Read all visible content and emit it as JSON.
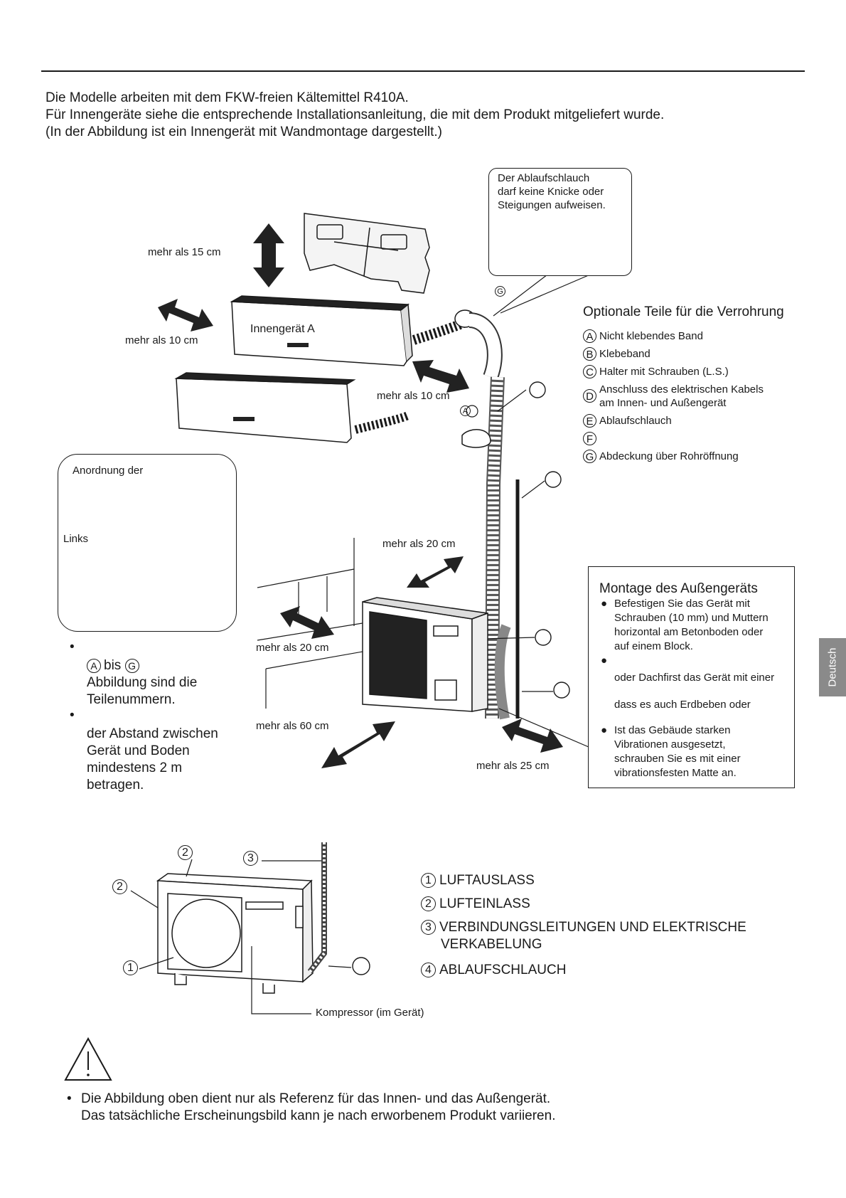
{
  "intro": [
    "Die Modelle arbeiten mit dem FKW-freien Kältemittel R410A.",
    "Für Innengeräte siehe die entsprechende Installationsanleitung, die mit dem Produkt mitgeliefert wurde.",
    "(In der Abbildung ist ein Innengerät mit Wandmontage dargestellt.)"
  ],
  "drain_box": {
    "lines": [
      "Der Ablaufschlauch",
      "darf keine Knicke oder",
      "Steigungen aufweisen."
    ],
    "marker": "G"
  },
  "clearances": {
    "top": "mehr als 15 cm",
    "side_left": "mehr als 10 cm",
    "side_right": "mehr als 10 cm",
    "outdoor_rear": "mehr als 20 cm",
    "outdoor_left": "mehr als 20 cm",
    "outdoor_front": "mehr als 60 cm",
    "outdoor_right": "mehr als 25 cm"
  },
  "indoor_label": "Innengerät A",
  "hose_marker": "A",
  "optional_parts": {
    "title": "Optionale Teile für die Verrohrung",
    "items": [
      {
        "letter": "A",
        "text": "Nicht klebendes Band"
      },
      {
        "letter": "B",
        "text": "Klebeband"
      },
      {
        "letter": "C",
        "text": "Halter mit Schrauben (L.S.)"
      },
      {
        "letter": "D",
        "text": "Anschluss des elektrischen Kabels",
        "text2": "am Innen- und Außengerät"
      },
      {
        "letter": "E",
        "text": "Ablaufschlauch"
      },
      {
        "letter": "F",
        "text": ""
      },
      {
        "letter": "G",
        "text": "Abdeckung über Rohröffnung"
      }
    ]
  },
  "layout_box": {
    "title": "Anordnung der",
    "left_label": "Links"
  },
  "notes": {
    "bullet1_range_from": "A",
    "bullet1_range_word": "bis",
    "bullet1_range_to": "G",
    "bullet1_lines": [
      "Abbildung sind die",
      "Teilenummern."
    ],
    "bullet2_lines": [
      "der Abstand zwischen",
      "Gerät und Boden",
      "mindestens 2 m",
      "betragen."
    ]
  },
  "mounting": {
    "title": "Montage des Außengeräts",
    "item1": [
      "Befestigen Sie das Gerät mit",
      "Schrauben (10 mm) und Muttern",
      "horizontal am Betonboden oder",
      "auf einem Block."
    ],
    "item2a": "oder Dachfirst das Gerät mit einer",
    "item2b": "dass es auch Erdbeben oder",
    "item3": [
      "Ist das Gebäude starken",
      "Vibrationen ausgesetzt,",
      "schrauben Sie es mit einer",
      "vibrationsfesten Matte an."
    ]
  },
  "unit_markers": [
    "2",
    "3",
    "2",
    "1"
  ],
  "compressor_label": "Kompressor (im Gerät)",
  "legend": [
    {
      "num": "1",
      "text": "LUFTAUSLASS"
    },
    {
      "num": "2",
      "text": "LUFTEINLASS"
    },
    {
      "num": "3",
      "text": "VERBINDUNGSLEITUNGEN UND ELEKTRISCHE",
      "text2": "VERKABELUNG"
    },
    {
      "num": "4",
      "text": "ABLAUFSCHLAUCH"
    }
  ],
  "footer": [
    "Die Abbildung oben dient nur als Referenz für das Innen- und das Außengerät.",
    "Das tatsächliche Erscheinungsbild kann je nach erworbenem Produkt variieren."
  ],
  "side_tab": "Deutsch"
}
